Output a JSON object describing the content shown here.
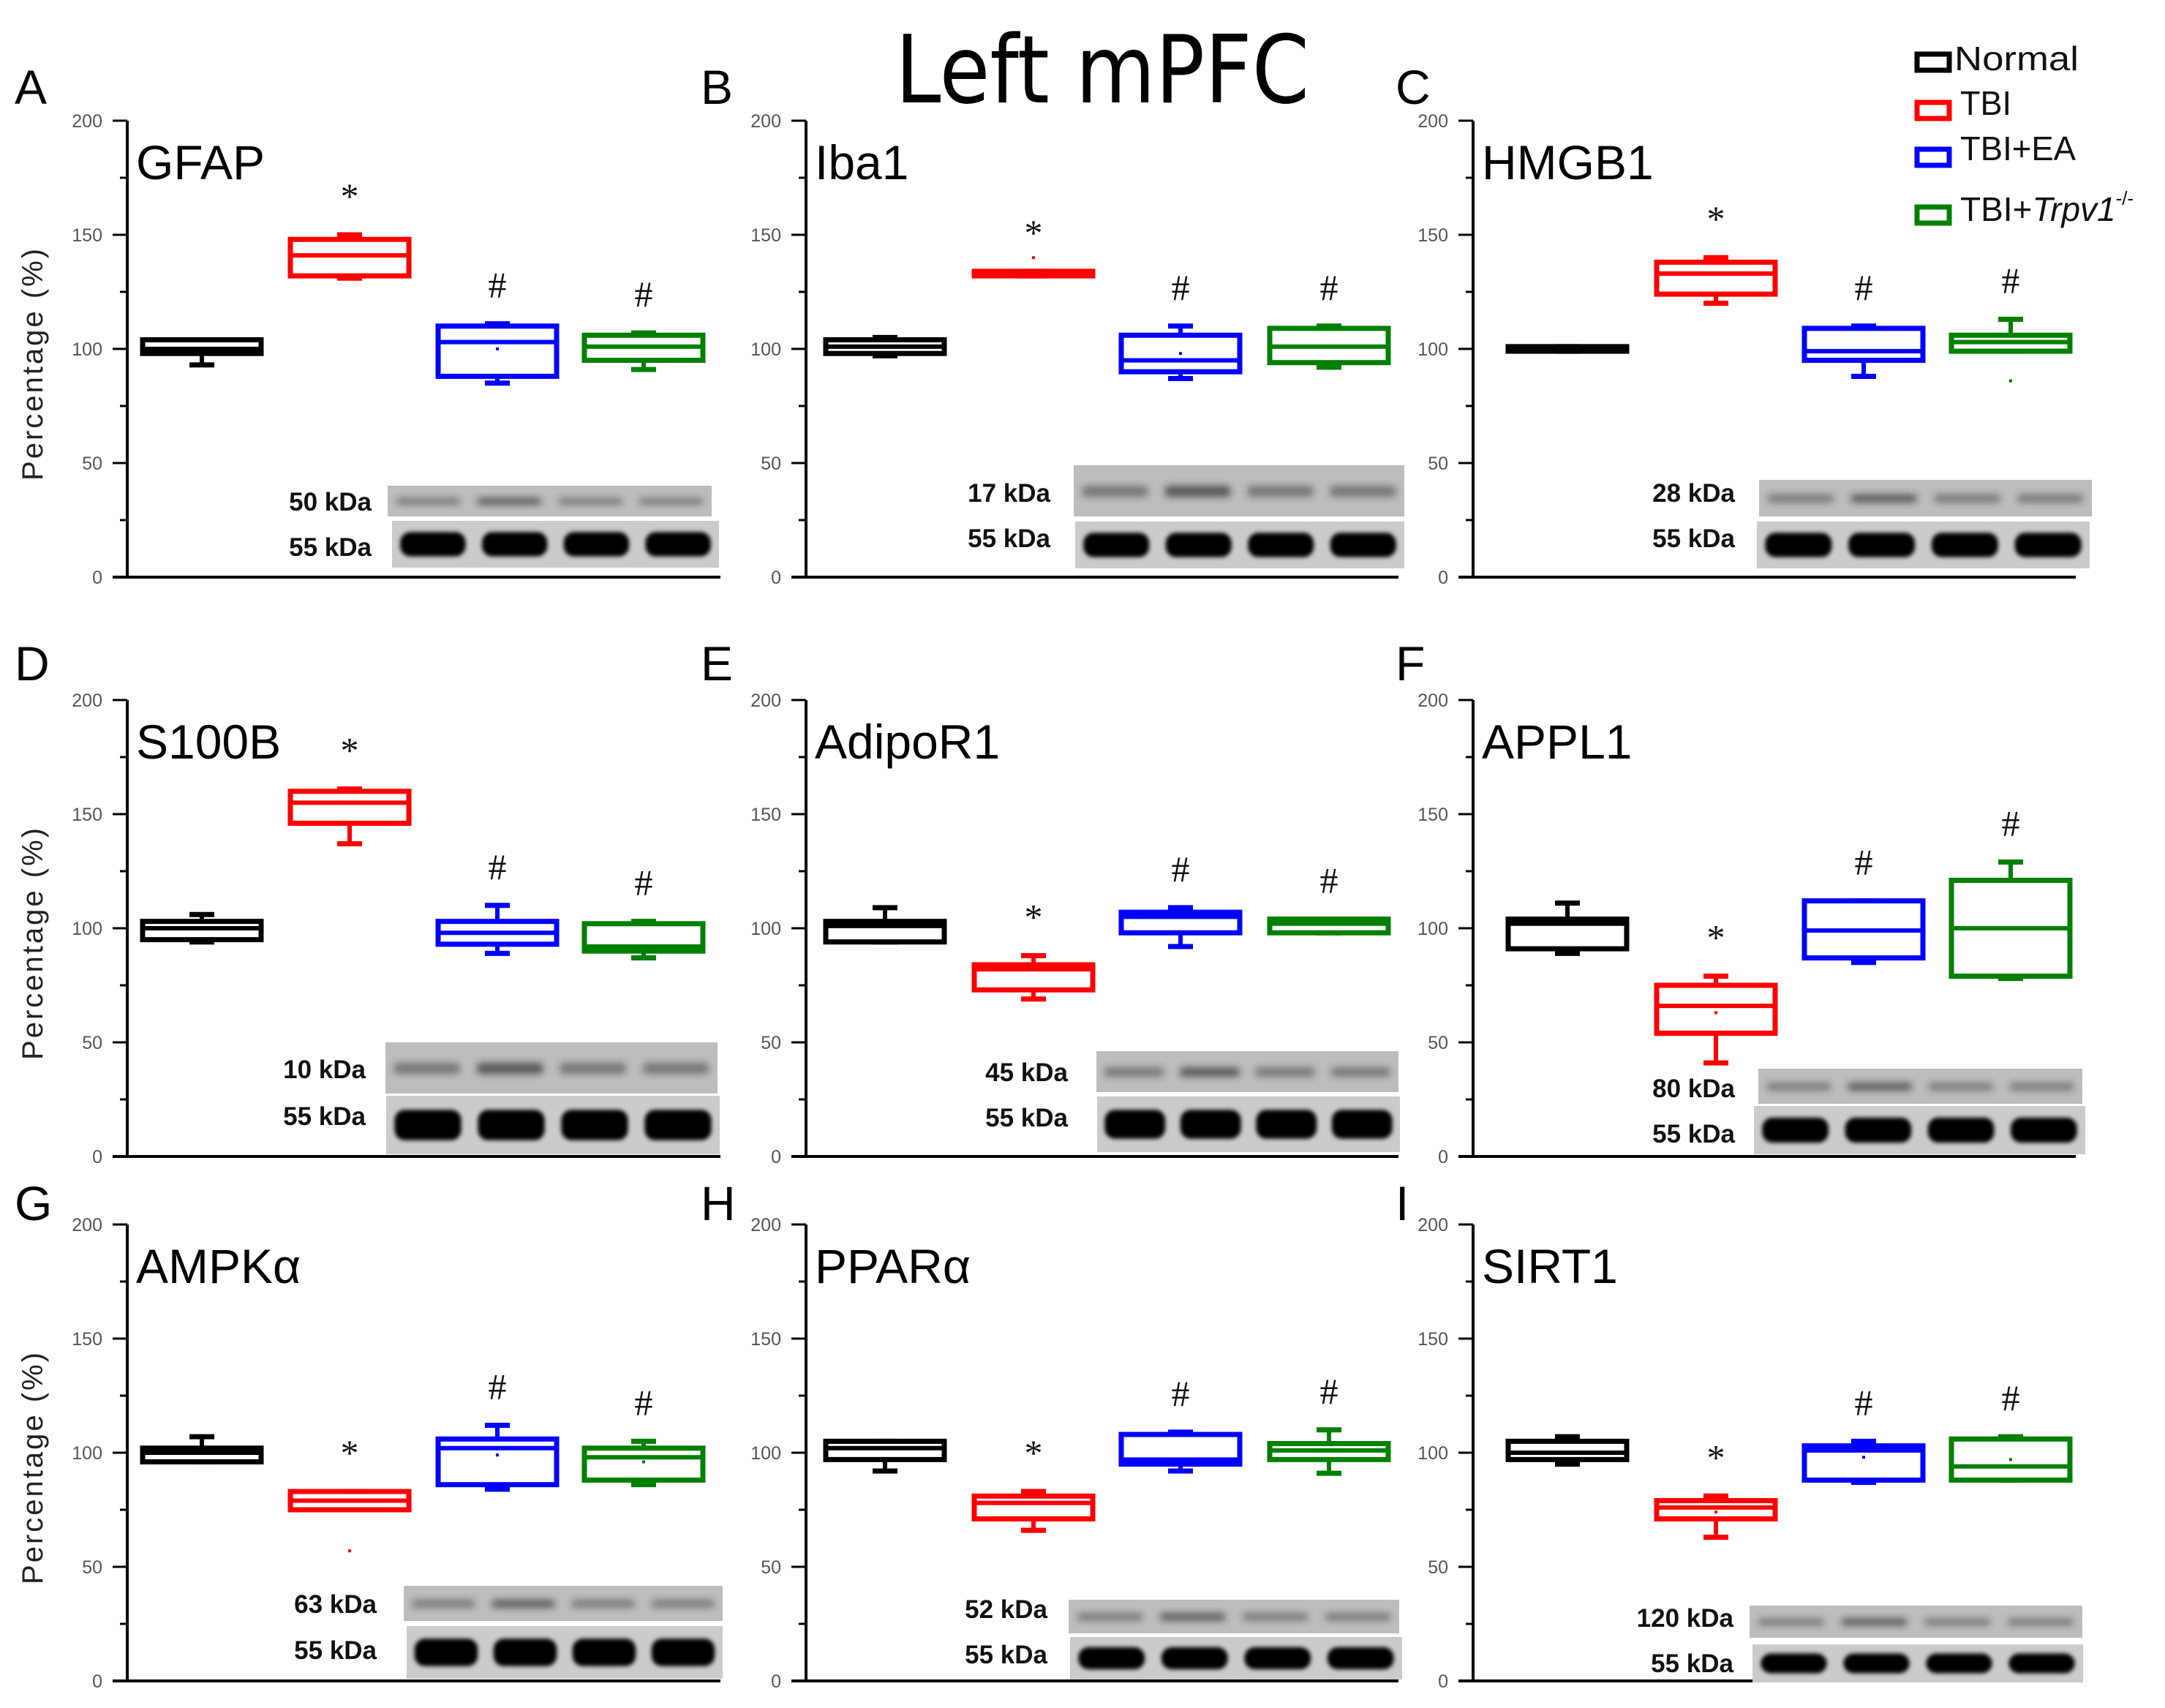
{
  "figure": {
    "title": "Left mPFC",
    "y_axis_title": "Percentage (%)",
    "y_ticks": [
      "0",
      "50",
      "100",
      "150",
      "200"
    ],
    "loading_control_kda": "55 kDa",
    "significance": {
      "vs_normal": "*",
      "vs_tbi": "#"
    }
  },
  "legend": {
    "items": [
      {
        "label": "Normal",
        "color": "#000000"
      },
      {
        "label": "TBI",
        "color": "#ff0000"
      },
      {
        "label": "TBI+EA",
        "color": "#0000ff"
      },
      {
        "label_prefix": "TBI+",
        "label_italic": "Trpv1",
        "label_sup": "-/-",
        "color": "#008000"
      }
    ]
  },
  "colors": {
    "normal": "#000000",
    "tbi": "#ff0000",
    "tbi_ea": "#0000ff",
    "tbi_trpv1": "#008000",
    "blot_bg": "#c9c9c9",
    "tick_label": "#555555"
  },
  "chart_data": [
    {
      "type": "box",
      "panel": "A",
      "title": "GFAP",
      "ylabel": "Percentage (%)",
      "ylim": [
        0,
        200
      ],
      "yticks": [
        0,
        50,
        100,
        150,
        200
      ],
      "categories": [
        "Normal",
        "TBI",
        "TBI+EA",
        "TBI+Trpv1-/-"
      ],
      "boxes": [
        {
          "whisker_low": 93,
          "q1": 98,
          "median": 100,
          "q3": 104,
          "whisker_high": 104,
          "annotation": ""
        },
        {
          "whisker_low": 131,
          "q1": 132,
          "median": 141,
          "q3": 148,
          "whisker_high": 150,
          "annotation": "*"
        },
        {
          "whisker_low": 85,
          "q1": 88,
          "median": 103,
          "q3": 110,
          "whisker_high": 111,
          "mean": 100,
          "annotation": "#"
        },
        {
          "whisker_low": 91,
          "q1": 95,
          "median": 101,
          "q3": 106,
          "whisker_high": 107,
          "annotation": "#"
        }
      ],
      "blot": {
        "target_kda": "50 kDa",
        "control_kda": "55 kDa"
      }
    },
    {
      "type": "box",
      "panel": "B",
      "title": "Iba1",
      "ylim": [
        0,
        200
      ],
      "yticks": [
        0,
        50,
        100,
        150,
        200
      ],
      "categories": [
        "Normal",
        "TBI",
        "TBI+EA",
        "TBI+Trpv1-/-"
      ],
      "boxes": [
        {
          "whisker_low": 97,
          "q1": 98,
          "median": 101,
          "q3": 104,
          "whisker_high": 105,
          "annotation": ""
        },
        {
          "whisker_low": 132,
          "q1": 132,
          "median": 133,
          "q3": 134,
          "whisker_high": 134,
          "mean": 140,
          "annotation": "*"
        },
        {
          "whisker_low": 87,
          "q1": 90,
          "median": 95,
          "q3": 106,
          "whisker_high": 110,
          "mean": 98,
          "annotation": "#"
        },
        {
          "whisker_low": 92,
          "q1": 94,
          "median": 101,
          "q3": 109,
          "whisker_high": 110,
          "annotation": "#"
        }
      ],
      "blot": {
        "target_kda": "17 kDa",
        "control_kda": "55 kDa"
      }
    },
    {
      "type": "box",
      "panel": "C",
      "title": "HMGB1",
      "ylim": [
        0,
        200
      ],
      "yticks": [
        0,
        50,
        100,
        150,
        200
      ],
      "categories": [
        "Normal",
        "TBI",
        "TBI+EA",
        "TBI+Trpv1-/-"
      ],
      "boxes": [
        {
          "whisker_low": 99,
          "q1": 99,
          "median": 100,
          "q3": 101,
          "whisker_high": 101,
          "annotation": ""
        },
        {
          "whisker_low": 120,
          "q1": 124,
          "median": 133,
          "q3": 138,
          "whisker_high": 140,
          "annotation": "*"
        },
        {
          "whisker_low": 88,
          "q1": 95,
          "median": 99,
          "q3": 109,
          "whisker_high": 110,
          "annotation": "#"
        },
        {
          "whisker_low": 99,
          "q1": 99,
          "median": 103,
          "q3": 106,
          "whisker_high": 113,
          "outlier": 86,
          "annotation": "#"
        }
      ],
      "blot": {
        "target_kda": "28 kDa",
        "control_kda": "55 kDa"
      }
    },
    {
      "type": "box",
      "panel": "D",
      "title": "S100B",
      "ylim": [
        0,
        200
      ],
      "yticks": [
        0,
        50,
        100,
        150,
        200
      ],
      "categories": [
        "Normal",
        "TBI",
        "TBI+EA",
        "TBI+Trpv1-/-"
      ],
      "boxes": [
        {
          "whisker_low": 94,
          "q1": 95,
          "median": 100,
          "q3": 103,
          "whisker_high": 106,
          "annotation": ""
        },
        {
          "whisker_low": 137,
          "q1": 146,
          "median": 155,
          "q3": 160,
          "whisker_high": 161,
          "annotation": "*"
        },
        {
          "whisker_low": 89,
          "q1": 93,
          "median": 98,
          "q3": 103,
          "whisker_high": 110,
          "annotation": "#"
        },
        {
          "whisker_low": 87,
          "q1": 90,
          "median": 92,
          "q3": 102,
          "whisker_high": 103,
          "annotation": "#"
        }
      ],
      "blot": {
        "target_kda": "10 kDa",
        "control_kda": "55 kDa"
      }
    },
    {
      "type": "box",
      "panel": "E",
      "title": "AdipoR1",
      "ylim": [
        0,
        200
      ],
      "yticks": [
        0,
        50,
        100,
        150,
        200
      ],
      "categories": [
        "Normal",
        "TBI",
        "TBI+EA",
        "TBI+Trpv1-/-"
      ],
      "boxes": [
        {
          "whisker_low": 94,
          "q1": 94,
          "median": 101,
          "q3": 103,
          "whisker_high": 109,
          "annotation": ""
        },
        {
          "whisker_low": 69,
          "q1": 73,
          "median": 82,
          "q3": 84,
          "whisker_high": 88,
          "annotation": "*"
        },
        {
          "whisker_low": 92,
          "q1": 98,
          "median": 105,
          "q3": 107,
          "whisker_high": 109,
          "annotation": "#"
        },
        {
          "whisker_low": 98,
          "q1": 98,
          "median": 102,
          "q3": 104,
          "whisker_high": 104,
          "annotation": "#"
        }
      ],
      "blot": {
        "target_kda": "45 kDa",
        "control_kda": "55 kDa"
      }
    },
    {
      "type": "box",
      "panel": "F",
      "title": "APPL1",
      "ylim": [
        0,
        200
      ],
      "yticks": [
        0,
        50,
        100,
        150,
        200
      ],
      "categories": [
        "Normal",
        "TBI",
        "TBI+EA",
        "TBI+Trpv1-/-"
      ],
      "boxes": [
        {
          "whisker_low": 89,
          "q1": 91,
          "median": 102,
          "q3": 104,
          "whisker_high": 111,
          "annotation": ""
        },
        {
          "whisker_low": 41,
          "q1": 54,
          "median": 66,
          "q3": 75,
          "whisker_high": 79,
          "mean": 63,
          "annotation": "*"
        },
        {
          "whisker_low": 85,
          "q1": 87,
          "median": 99,
          "q3": 112,
          "whisker_high": 112,
          "annotation": "#"
        },
        {
          "whisker_low": 78,
          "q1": 79,
          "median": 100,
          "q3": 121,
          "whisker_high": 129,
          "annotation": "#"
        }
      ],
      "blot": {
        "target_kda": "80 kDa",
        "control_kda": "55 kDa"
      }
    },
    {
      "type": "box",
      "panel": "G",
      "title": "AMPKα",
      "ylim": [
        0,
        200
      ],
      "yticks": [
        0,
        50,
        100,
        150,
        200
      ],
      "categories": [
        "Normal",
        "TBI",
        "TBI+EA",
        "TBI+Trpv1-/-"
      ],
      "boxes": [
        {
          "whisker_low": 96,
          "q1": 96,
          "median": 100,
          "q3": 102,
          "whisker_high": 107,
          "annotation": ""
        },
        {
          "whisker_low": 75,
          "q1": 75,
          "median": 79,
          "q3": 83,
          "whisker_high": 83,
          "outlier": 57,
          "annotation": "*"
        },
        {
          "whisker_low": 84,
          "q1": 86,
          "median": 102,
          "q3": 106,
          "whisker_high": 112,
          "mean": 99,
          "annotation": "#"
        },
        {
          "whisker_low": 86,
          "q1": 88,
          "median": 98,
          "q3": 102,
          "whisker_high": 105,
          "mean": 96,
          "annotation": "#"
        }
      ],
      "blot": {
        "target_kda": "63 kDa",
        "control_kda": "55 kDa"
      }
    },
    {
      "type": "box",
      "panel": "H",
      "title": "PPARα",
      "ylim": [
        0,
        200
      ],
      "yticks": [
        0,
        50,
        100,
        150,
        200
      ],
      "categories": [
        "Normal",
        "TBI",
        "TBI+EA",
        "TBI+Trpv1-/-"
      ],
      "boxes": [
        {
          "whisker_low": 92,
          "q1": 97,
          "median": 102,
          "q3": 105,
          "whisker_high": 105,
          "annotation": ""
        },
        {
          "whisker_low": 66,
          "q1": 71,
          "median": 78,
          "q3": 81,
          "whisker_high": 83,
          "annotation": "*"
        },
        {
          "whisker_low": 92,
          "q1": 95,
          "median": 97,
          "q3": 108,
          "whisker_high": 109,
          "annotation": "#"
        },
        {
          "whisker_low": 91,
          "q1": 97,
          "median": 101,
          "q3": 104,
          "whisker_high": 110,
          "annotation": "#"
        }
      ],
      "blot": {
        "target_kda": "52 kDa",
        "control_kda": "55 kDa"
      }
    },
    {
      "type": "box",
      "panel": "I",
      "title": "SIRT1",
      "ylim": [
        0,
        200
      ],
      "yticks": [
        0,
        50,
        100,
        150,
        200
      ],
      "categories": [
        "Normal",
        "TBI",
        "TBI+EA",
        "TBI+Trpv1-/-"
      ],
      "boxes": [
        {
          "whisker_low": 95,
          "q1": 97,
          "median": 100,
          "q3": 105,
          "whisker_high": 107,
          "annotation": ""
        },
        {
          "whisker_low": 63,
          "q1": 71,
          "median": 76,
          "q3": 79,
          "whisker_high": 81,
          "mean": 74,
          "annotation": "*"
        },
        {
          "whisker_low": 87,
          "q1": 88,
          "median": 101,
          "q3": 103,
          "whisker_high": 105,
          "mean": 98,
          "annotation": "#"
        },
        {
          "whisker_low": 88,
          "q1": 88,
          "median": 94,
          "q3": 106,
          "whisker_high": 107,
          "mean": 97,
          "annotation": "#"
        }
      ],
      "blot": {
        "target_kda": "120 kDa",
        "control_kda": "55 kDa"
      }
    }
  ]
}
